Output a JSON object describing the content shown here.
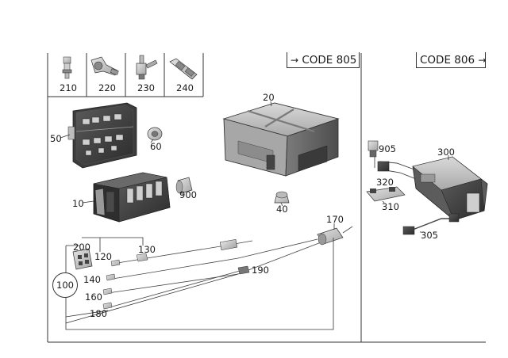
{
  "codes": {
    "left": {
      "label": "CODE 805",
      "arrow": "→"
    },
    "right": {
      "label": "CODE 806",
      "arrow": "→"
    }
  },
  "callouts": {
    "p210": "210",
    "p220": "220",
    "p230": "230",
    "p240": "240",
    "p20": "20",
    "p50": "50",
    "p60": "60",
    "p10": "10",
    "p900": "900",
    "p40": "40",
    "p170": "170",
    "p200": "200",
    "p120": "120",
    "p130": "130",
    "p100": "100",
    "p140": "140",
    "p190": "190",
    "p160": "160",
    "p180": "180",
    "p905": "905",
    "p300": "300",
    "p320": "320",
    "p310": "310",
    "p305": "305"
  }
}
